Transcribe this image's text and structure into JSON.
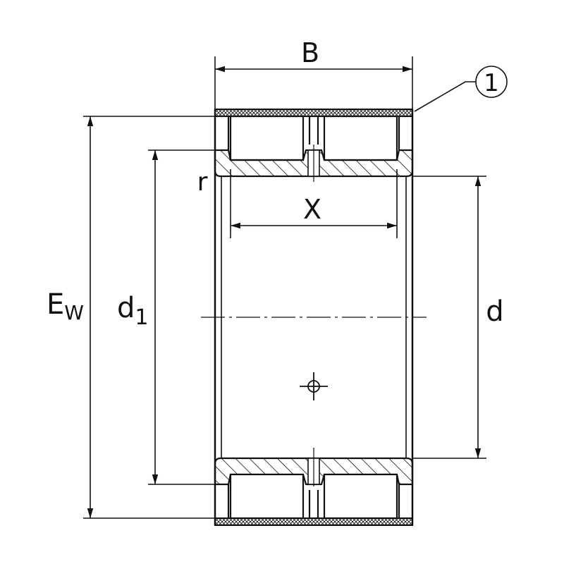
{
  "diagram": {
    "labels": {
      "width": "B",
      "callout_number": "1",
      "radius": "r",
      "roller_span": "X",
      "outer_raceway": "E",
      "outer_raceway_sub": "W",
      "inner_diameter_rib": "d",
      "inner_diameter_rib_sub": "1",
      "bore": "d"
    },
    "colors": {
      "line": "#111111",
      "background": "#ffffff"
    }
  }
}
